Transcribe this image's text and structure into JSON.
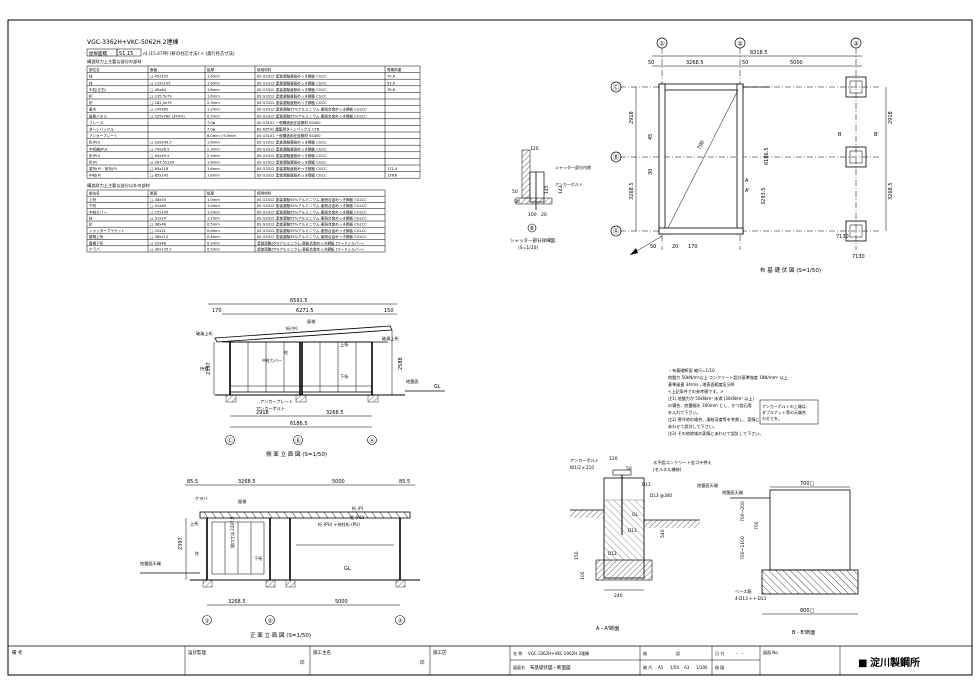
{
  "header": {
    "model_line": "VGC-3362H+VKC-5062H 2連棟",
    "area_label": "屋根面積",
    "area_value": "51.15",
    "area_note": "㎡ (15.47坪) (軒の柱芯寸法) × (奥行柱芯寸法)"
  },
  "table1": {
    "title": "構造耐力上主要な部分の部材",
    "headers": [
      "部位名",
      "断面",
      "板厚",
      "使用材料",
      "長期荷重"
    ],
    "rows": [
      [
        "柱",
        "□-45x105",
        "1.6mm",
        "JIS G3312 塗装溶融亜鉛めっき鋼板 CGCC",
        "70.6"
      ],
      [
        "柱",
        "□-115x105",
        "1.6mm",
        "JIS G3312 塗装溶融亜鉛めっき鋼板 CGCC",
        "53.0"
      ],
      [
        "中柱(左右)",
        "□-45x64",
        "1.6mm",
        "JIS G3312 塗装溶融亜鉛めっき鋼板 CGCC",
        "76.6"
      ],
      [
        "桁",
        "□-135.5x79",
        "1.6mm",
        "JIS G3312 塗装溶融亜鉛めっき鋼板 CGCC",
        ""
      ],
      [
        "桁",
        "□-182.5x79",
        "2.3mm",
        "JIS G3312 塗装溶融亜鉛めっき鋼板 CGCC",
        ""
      ],
      [
        "垂木",
        "□-145x85",
        "1.2mm",
        "JIS G3312 塗装溶融55%アルミニウム-亜鉛合金めっき鋼板 CGLCC",
        ""
      ],
      [
        "破風パネル",
        "□-225x780 (350%)",
        "0.5mm",
        "JIS G3312 塗装溶融55%アルミニウム-亜鉛合金めっき鋼板 CGLCC",
        ""
      ],
      [
        "ブレース",
        "",
        "7.0φ",
        "JIS G3101 一般構造用圧延鋼材 SS400",
        ""
      ],
      [
        "ターンバックル",
        "",
        "7.0φ",
        "JIS A5541 建築用ターンバックル CTB",
        ""
      ],
      [
        "アンカープレート",
        "",
        "6.0mm / 9.0mm",
        "JIS G3101 一般構造用圧延鋼材 SS400",
        ""
      ],
      [
        "桁(PU)",
        "□-226x49.5",
        "1.6mm",
        "JIS G3312 塗装溶融亜鉛めっき鋼板 CGCC",
        ""
      ],
      [
        "中桁補(PU)",
        "□-74x26.5",
        "2.3mm",
        "JIS G3312 塗装溶融亜鉛めっき鋼板 CGCC",
        ""
      ],
      [
        "桁(PU)",
        "□-94x49.5",
        "2.3mm",
        "JIS G3312 塗装溶融亜鉛めっき鋼板 CGCC",
        ""
      ],
      [
        "桁(P)",
        "□-287.5x139",
        "1.6mm",
        "JIS G3312 塗装溶融亜鉛めっき鋼板 CGCC",
        ""
      ],
      [
        "梁桁(P)・前桁(P)",
        "□-85x118",
        "1.6mm",
        "JIS G3312 塗装溶融亜鉛めっき鋼板 CGCC",
        "171.4"
      ],
      [
        "中柱(P)",
        "□-85x145",
        "1.6mm",
        "JIS G3312 塗装溶融亜鉛めっき鋼板 CGCC",
        "156.8"
      ]
    ]
  },
  "table2": {
    "title": "構造耐力上主要な部分以外の部材",
    "headers": [
      "部位名",
      "断面",
      "板厚",
      "使用材料"
    ],
    "rows": [
      [
        "上桁",
        "□-38x53",
        "1.0mm",
        "JIS G3312 塗装溶融55%アルミニウム-亜鉛合金めっき鋼板 CGLCC"
      ],
      [
        "下桁",
        "□-51x64",
        "1.0mm",
        "JIS G3312 塗装溶融55%アルミニウム-亜鉛合金めっき鋼板 CGLCC"
      ],
      [
        "中柱カバー",
        "□-25x145",
        "1.0mm",
        "JIS G3312 塗装溶融55%アルミニウム-亜鉛合金めっき鋼板 CGLCC"
      ],
      [
        "柱",
        "□-31x24",
        "1.2mm",
        "JIS G3312 塗装溶融55%アルミニウム-亜鉛合金めっき鋼板 CGLCC"
      ],
      [
        "桁",
        "□-38x48",
        "0.5mm",
        "JIS G3312 塗装溶融55%アルミニウム-亜鉛合金めっき鋼板 CGLCC"
      ],
      [
        "シャッターブラケット",
        "□-15x21",
        "0.6mm",
        "JIS G3312 塗装溶融55%アルミニウム-亜鉛合金めっき鋼板 CGLCC"
      ],
      [
        "屋根上桁",
        "□-36x112",
        "0.4mm",
        "JIS G3312 塗装溶融55%アルミニウム-亜鉛合金めっき鋼板 CGLCC"
      ],
      [
        "屋根下桁",
        "□-22x48",
        "0.5mm",
        "塗装溶融55%アルミニウム-亜鉛合金めっき鋼板 (ワードシルバー)"
      ],
      [
        "ケラバ",
        "□-30x135.5",
        "0.5mm",
        "塗装溶融55%アルミニウム-亜鉛合金めっき鋼板 (ワードシルバー)"
      ]
    ]
  },
  "plan": {
    "axes": [
      "①",
      "②",
      "③"
    ],
    "row_axes": [
      "Ⓒ",
      "Ⓑ",
      "Ⓐ"
    ],
    "dims_top": [
      "50",
      "3268.5",
      "50",
      "5000",
      "8318.5"
    ],
    "dims_left": [
      "2918",
      "3268.5"
    ],
    "dims_right": [
      "2918",
      "3268.5"
    ],
    "dims_misc": [
      "6186.5",
      "3293.5",
      "7130",
      "700",
      "45",
      "30",
      "100",
      "20",
      "170",
      "50"
    ],
    "caption": "布 基 礎 伏 図 (S=1/50)"
  },
  "shutter": {
    "dims": [
      "120",
      "50",
      "50",
      "145",
      "142",
      "100",
      "20",
      "20",
      "50"
    ],
    "labels": [
      "シャッター部分内側",
      "アンカーボルト"
    ],
    "caption_1": "シャッター部分詳細図",
    "caption_2": "(S=1/10)"
  },
  "side_elev": {
    "dims_top": [
      "6591.5",
      "6271.5",
      "170",
      "150"
    ],
    "dims_bottom": [
      "2918",
      "3268.5",
      "6186.5"
    ],
    "dims_side": [
      "2397",
      "2588"
    ],
    "labels": [
      "屋根",
      "桁(中)",
      "破風上桁",
      "破風上桁",
      "柱",
      "中柱カバー",
      "上桁",
      "下桁",
      "アンカープレート",
      "アンカーボルト",
      "地盤面",
      "GL",
      "持柱"
    ],
    "axes": [
      "Ⓒ",
      "Ⓑ",
      "Ⓐ"
    ],
    "caption": "側 面 立 面 図 (S=1/50)"
  },
  "front_elev": {
    "dims_top": [
      "85.5",
      "3268.5",
      "5000",
      "85.5"
    ],
    "dims_bottom": [
      "3268.5",
      "5000"
    ],
    "labels": [
      "ケラバ",
      "屋根",
      "上桁",
      "柱",
      "桁 (P)",
      "柱 (PU)",
      "桁 (PU) +持柱桁 (PU)",
      "間口寸法 2297.5",
      "地盤面天端",
      "GL",
      "下桁",
      "2397"
    ],
    "axes": [
      "①",
      "②",
      "③"
    ],
    "caption": "正 面 立 面 図 (S=1/50)"
  },
  "notes": {
    "lines": [
      "・布基礎断面 縮尺=1/10",
      "地盤力 50kN/m²以上 コンクリート設計基準強度 18N/mm² 以上",
      "基準風速 34m/s , 地表面粗度区分Ⅲ",
      "<上記条件での参考値です。>",
      "注1) 地盤力が 50kN/m² 未満 (30kN/m² 以上)",
      "の場合、底盤幅を 300mm とし、かつ捨石等",
      "を入れて下さい。",
      "注2) 寒冷地の場合、凍結深度等を考慮し、実情に",
      "あわせて設計して下さい。",
      "注3) その他地域の実情にあわせて設計して下さい。"
    ],
    "box": [
      "アンカーボルトの上端は、",
      "ダブルナット等の天端合",
      "わせとを。"
    ]
  },
  "section_aa": {
    "labels": [
      "アンカーボルト",
      "W1/2 x 210",
      "水平面コンクリート金ゴテ押え",
      "(モルタル補修)",
      "地盤面天端",
      "D13",
      "D13 @300",
      "GL",
      "D13",
      "D13"
    ],
    "dims": [
      "120",
      "50",
      "450",
      "300",
      "540",
      "240",
      "150",
      "100",
      "50",
      "20",
      "20"
    ],
    "caption": "A - A'断面"
  },
  "section_bb": {
    "labels": [
      "地盤面天端",
      "ベース筋",
      "4-D13 ++-D13"
    ],
    "dims": [
      "700□",
      "700",
      "700~1100",
      "700~200",
      "800□"
    ],
    "caption": "B - B'断面"
  },
  "title_block": {
    "remarks_label": "備 考",
    "design_label": "設計監理",
    "cooperator_label": "施工主名",
    "builder_label": "施工店",
    "seal": "印",
    "name_label": "名 称",
    "name_value": "VGC-3362H+VKC-5062H 2連棟",
    "drawing_label": "図面名",
    "drawing_value": "布基礎伏図・断面図",
    "scale_label": "縮 尺",
    "scale_a1": "A1",
    "scale_a1_val": "1/50",
    "scale_a3": "A3",
    "scale_a3_val": "1/100",
    "check_label": "検",
    "approve_label": "認",
    "date_label": "日 付",
    "date_value": "・ ・",
    "number_label": "図面 No.",
    "drawn_label": "検 図",
    "company": "淀川製鋼所",
    "company_mark": "■"
  }
}
